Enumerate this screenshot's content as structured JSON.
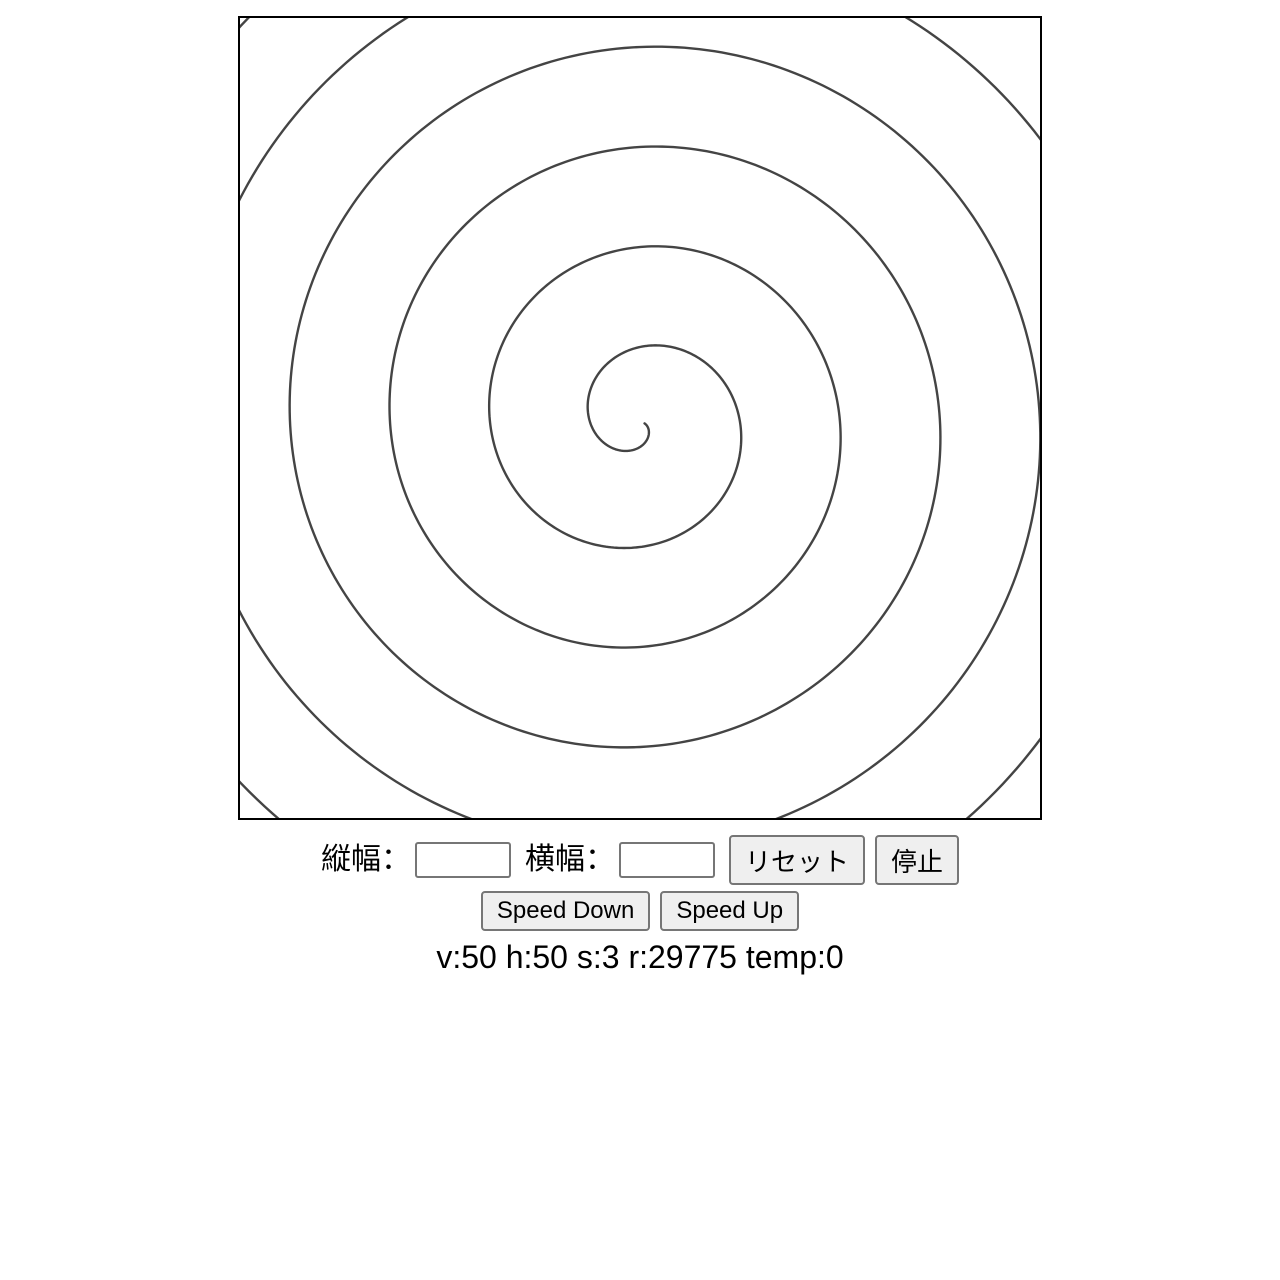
{
  "controls": {
    "height_label": "縦幅：",
    "width_label": "横幅：",
    "height_value": "",
    "width_value": "",
    "reset_label": "リセット",
    "stop_label": "停止",
    "speed_down_label": "Speed Down",
    "speed_up_label": "Speed Up"
  },
  "status": {
    "text": "v:50 h:50 s:3 r:29775 temp:0"
  },
  "colors": {
    "spiral_stroke": "#444444",
    "canvas_border": "#000000",
    "button_bg": "#efefef"
  }
}
